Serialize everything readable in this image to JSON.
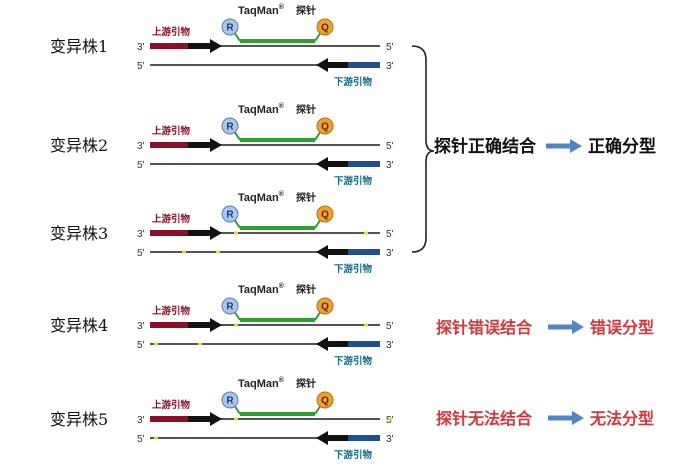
{
  "strains": [
    {
      "label": "变异株1",
      "group": "correct"
    },
    {
      "label": "变异株2",
      "group": "correct"
    },
    {
      "label": "变异株3",
      "group": "correct"
    },
    {
      "label": "变异株4",
      "group": "wrong"
    },
    {
      "label": "变异株5",
      "group": "none"
    }
  ],
  "primers": {
    "upstream": "上游引物",
    "downstream": "下游引物"
  },
  "probe": {
    "name": "TaqMan",
    "superscript": "®",
    "suffix": "探针",
    "reporter": "R",
    "quencher": "Q"
  },
  "ends": {
    "three_prime": "3'",
    "five_prime": "5'"
  },
  "results": [
    {
      "binding": "探针正确结合",
      "typing": "正确分型",
      "color": "#111111"
    },
    {
      "binding": "探针错误结合",
      "typing": "错误分型",
      "color": "#d8343a"
    },
    {
      "binding": "探针无法结合",
      "typing": "无法分型",
      "color": "#d8343a"
    }
  ],
  "colors": {
    "upstream_primer": "#8b0f28",
    "downstream_primer": "#1f4f8f",
    "probe": "#2ea02e",
    "reporter": "#a9c6ef",
    "quencher": "#f0a030",
    "arrow": "#4f86c6"
  }
}
